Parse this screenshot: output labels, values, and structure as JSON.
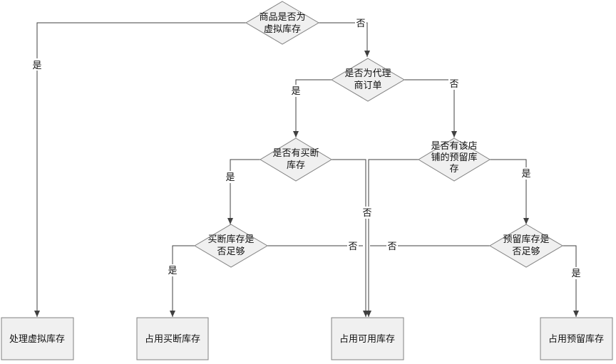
{
  "diagram": {
    "decisions": {
      "virtual": [
        "商品是否为",
        "虚拟库存"
      ],
      "agent": [
        "是否为代理",
        "商订单"
      ],
      "buyout": [
        "是否有买断",
        "库存"
      ],
      "reserve": [
        "是否有该店",
        "铺的预留库",
        "存"
      ],
      "buyout_enough": [
        "买断库存是",
        "否足够"
      ],
      "reserve_enough": [
        "预留库存是",
        "否足够"
      ]
    },
    "actions": {
      "virtual": "处理虚拟库存",
      "buyout": "占用买断库存",
      "available": "占用可用库存",
      "reserve": "占用预留库存"
    },
    "edge_labels": {
      "virtual_yes": "是",
      "virtual_no": "否",
      "agent_yes": "是",
      "agent_no": "否",
      "buyout_yes": "是",
      "buyout_no": "否",
      "reserve_yes": "是",
      "buyout_enough_yes": "是",
      "buyout_enough_no": "否",
      "reserve_enough_no": "否",
      "reserve_enough_yes": "是"
    }
  }
}
